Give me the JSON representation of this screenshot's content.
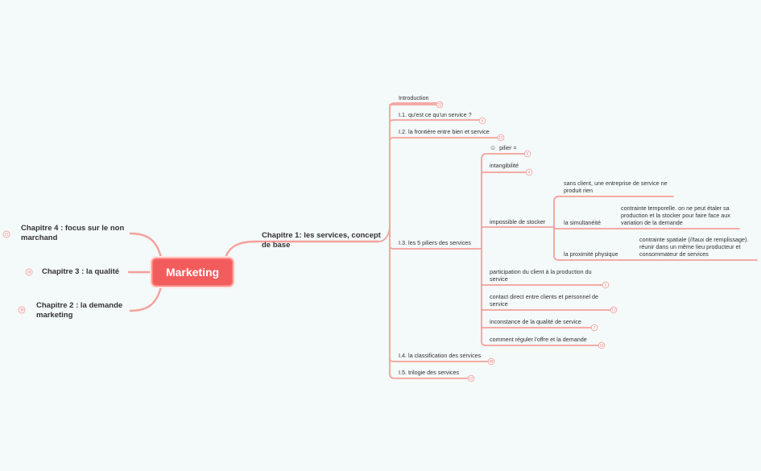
{
  "root": {
    "label": "Marketing"
  },
  "left_branches": [
    {
      "label": "Chapitre 4 : focus sur le non marchand",
      "badge": "21"
    },
    {
      "label": "Chapitre 3 : la qualité",
      "badge": "24"
    },
    {
      "label": "Chapitre 2 : la demande marketing",
      "badge": "36"
    }
  ],
  "chapter1": {
    "label": "Chapitre 1: les services, concept de base",
    "children": [
      {
        "label": "Introduction",
        "badge": "22"
      },
      {
        "label": "I.1. qu'est ce qu'un service ?",
        "badge": "6"
      },
      {
        "label": "I.2. la frontière entre bien et service",
        "badge": "15"
      },
      {
        "label": "I.3. les 5 piliers des services"
      },
      {
        "label": "I.4. la classification des services",
        "badge": "49"
      },
      {
        "label": "I.5. trilogie des services",
        "badge": "12"
      }
    ]
  },
  "piliers": {
    "header": {
      "icon": "smiley-icon",
      "label": "pilier =",
      "badge": "2"
    },
    "items": [
      {
        "label": "intangibilité",
        "badge": "4"
      },
      {
        "label": "impossible de stocker"
      },
      {
        "label": "participation du client à la production du service",
        "badge": "3"
      },
      {
        "label": "contact direct entre clients et personnel de service",
        "badge": "11"
      },
      {
        "label": "inconstance de la qualité de service",
        "badge": "7"
      },
      {
        "label": "comment réguler l'offre et la demande",
        "badge": "10"
      }
    ]
  },
  "stocker": {
    "top_note": "sans client, une entreprise de service ne produit rien",
    "simultaneite": {
      "label": "la simultanéité",
      "note": "contrainte temporelle. on ne peut étaler sa production et la stocker pour faire face aux variation de la demande"
    },
    "proximite": {
      "label": "la proximité physique",
      "note": "contrainte spatiale (//taux de remplissage). réunir dans un même lieu producteur et consommateur de services"
    }
  }
}
